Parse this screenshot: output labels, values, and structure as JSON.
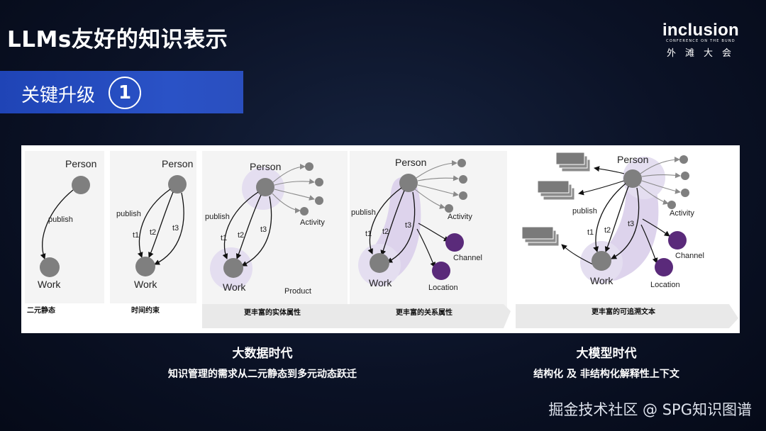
{
  "slide": {
    "title": "LLMs友好的知识表示"
  },
  "logo": {
    "main": "inclusion",
    "sub": "CONFERENCE ON THE BUND",
    "cn": "外滩大会"
  },
  "section": {
    "label": "关键升级",
    "number": "1"
  },
  "diagram": {
    "labels": {
      "person": "Person",
      "work": "Work",
      "publish": "publish",
      "t1": "t1",
      "t2": "t2",
      "t3": "t3",
      "activity": "Activity",
      "product": "Product",
      "channel": "Channel",
      "location": "Location"
    },
    "stage_captions": [
      "二元静态",
      "时间约束",
      "更丰富的实体属性",
      "更丰富的关系属性",
      "更丰富的可追溯文本"
    ]
  },
  "eras": [
    {
      "title": "大数据时代",
      "description": "知识管理的需求从二元静态到多元动态跃迁"
    },
    {
      "title": "大模型时代",
      "description": "结构化 及 非结构化解释性上下文"
    }
  ],
  "watermark": "掘金技术社区 @ SPG知识图谱",
  "colors": {
    "banner": "#2448b8",
    "node": "#7f7f7f",
    "purple_node": "#5a2a7a",
    "highlight": "#d7cfe6"
  }
}
